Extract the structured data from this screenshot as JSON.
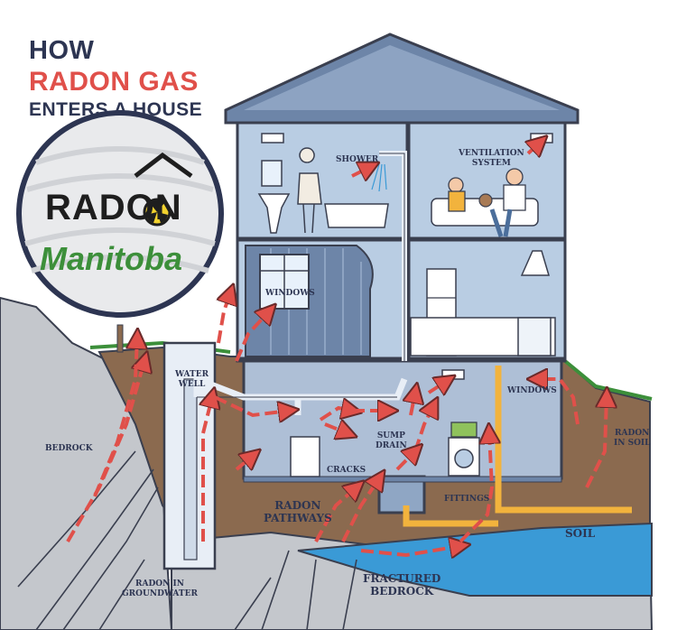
{
  "title": {
    "line1": "HOW",
    "line2": "RADON GAS",
    "line3": "ENTERS A HOUSE"
  },
  "logo": {
    "word1": "RADON",
    "word2": "Manitoba"
  },
  "labels": {
    "shower": "SHOWER",
    "ventilation": "VENTILATION\nSYSTEM",
    "windows_upper": "WINDOWS",
    "water_well": "WATER\nWELL",
    "windows_lower": "WINDOWS",
    "radon_in_soil": "RADON\nIN SOIL",
    "bedrock": "BEDROCK",
    "sump_drain": "SUMP\nDRAIN",
    "cracks": "CRACKS",
    "radon_pathways": "RADON\nPATHWAYS",
    "fittings": "FITTINGS",
    "soil": "SOIL",
    "radon_groundwater": "RADON IN\nGROUNDWATER",
    "fractured_bedrock": "FRACTURED\nBEDROCK"
  },
  "colors": {
    "arrow": "#e0504a",
    "house_blue": "#b9cde3",
    "soil": "#8b6a4f",
    "water": "#3a9ad6",
    "rock": "#c4c7cc",
    "pipe": "#f2b33d"
  }
}
